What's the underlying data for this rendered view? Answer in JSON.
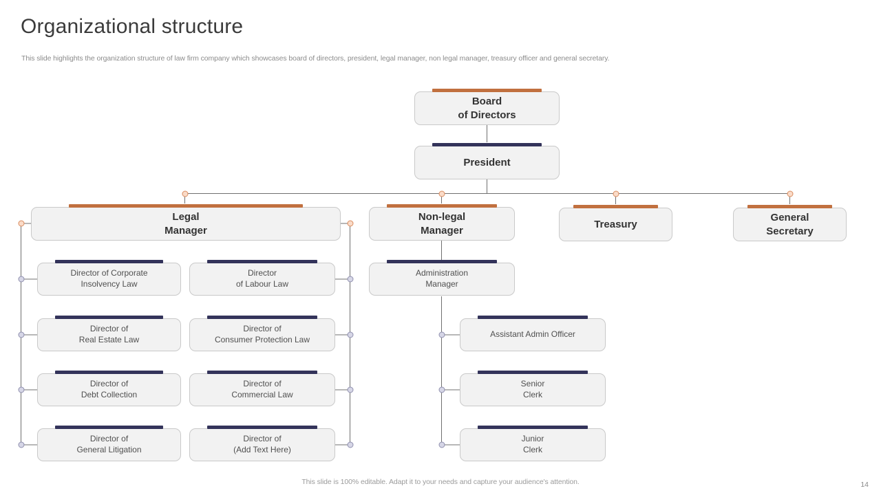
{
  "header": {
    "title": "Organizational structure",
    "subtitle": "This slide highlights the organization structure of law firm company which showcases board of directors, president, legal manager, non legal manager, treasury officer and general secretary."
  },
  "footer": {
    "note": "This slide is 100% editable. Adapt it to your needs and capture your audience's attention.",
    "page_number": "14"
  },
  "colors": {
    "accent_orange": "#c1703f",
    "accent_navy": "#33335a",
    "node_fill": "#f2f2f2",
    "node_border": "#c9c9c9",
    "connector_line": "#6f6f6f",
    "dot_orange_fill": "#fadbc8",
    "dot_orange_stroke": "#d98c5f",
    "dot_violet_fill": "#d6d6e6",
    "dot_violet_stroke": "#8f8fae",
    "title_text": "#3b3b3b",
    "body_text": "#4f4f4f",
    "muted_text": "#8c8c8c"
  },
  "chart_data": {
    "type": "diagram",
    "title": "Organizational structure",
    "layout": "hierarchical org chart, top-down with side spines",
    "nodes": [
      {
        "id": "board",
        "label": "Board\nof Directors",
        "tier": 0,
        "accent": "orange"
      },
      {
        "id": "president",
        "label": "President",
        "tier": 1,
        "accent": "navy"
      },
      {
        "id": "legal_mgr",
        "label": "Legal\nManager",
        "tier": 2,
        "accent": "orange"
      },
      {
        "id": "nonlegal_mgr",
        "label": "Non-legal\nManager",
        "tier": 2,
        "accent": "orange"
      },
      {
        "id": "treasury",
        "label": "Treasury",
        "tier": 2,
        "accent": "orange"
      },
      {
        "id": "gen_sec",
        "label": "General\nSecretary",
        "tier": 2,
        "accent": "orange"
      },
      {
        "id": "dir_insolv",
        "label": "Director of Corporate\nInsolvency Law",
        "tier": 3,
        "accent": "navy"
      },
      {
        "id": "dir_labour",
        "label": "Director\nof Labour Law",
        "tier": 3,
        "accent": "navy"
      },
      {
        "id": "dir_realest",
        "label": "Director of\nReal Estate Law",
        "tier": 3,
        "accent": "navy"
      },
      {
        "id": "dir_consumer",
        "label": "Director of\nConsumer Protection Law",
        "tier": 3,
        "accent": "navy"
      },
      {
        "id": "dir_debt",
        "label": "Director of\nDebt Collection",
        "tier": 3,
        "accent": "navy"
      },
      {
        "id": "dir_commerc",
        "label": "Director of\nCommercial Law",
        "tier": 3,
        "accent": "navy"
      },
      {
        "id": "dir_litig",
        "label": "Director of\nGeneral Litigation",
        "tier": 3,
        "accent": "navy"
      },
      {
        "id": "dir_addtext",
        "label": "Director of\n(Add Text Here)",
        "tier": 3,
        "accent": "navy"
      },
      {
        "id": "admin_mgr",
        "label": "Administration\nManager",
        "tier": 3,
        "accent": "navy"
      },
      {
        "id": "asst_admin",
        "label": "Assistant Admin Officer",
        "tier": 4,
        "accent": "navy"
      },
      {
        "id": "senior_clerk",
        "label": "Senior\nClerk",
        "tier": 4,
        "accent": "navy"
      },
      {
        "id": "junior_clerk",
        "label": "Junior\nClerk",
        "tier": 4,
        "accent": "navy"
      }
    ],
    "edges": [
      {
        "from": "board",
        "to": "president"
      },
      {
        "from": "president",
        "to": "legal_mgr"
      },
      {
        "from": "president",
        "to": "nonlegal_mgr"
      },
      {
        "from": "president",
        "to": "treasury"
      },
      {
        "from": "president",
        "to": "gen_sec"
      },
      {
        "from": "legal_mgr",
        "to": "dir_insolv"
      },
      {
        "from": "legal_mgr",
        "to": "dir_labour"
      },
      {
        "from": "legal_mgr",
        "to": "dir_realest"
      },
      {
        "from": "legal_mgr",
        "to": "dir_consumer"
      },
      {
        "from": "legal_mgr",
        "to": "dir_debt"
      },
      {
        "from": "legal_mgr",
        "to": "dir_commerc"
      },
      {
        "from": "legal_mgr",
        "to": "dir_litig"
      },
      {
        "from": "legal_mgr",
        "to": "dir_addtext"
      },
      {
        "from": "nonlegal_mgr",
        "to": "admin_mgr"
      },
      {
        "from": "admin_mgr",
        "to": "asst_admin"
      },
      {
        "from": "admin_mgr",
        "to": "senior_clerk"
      },
      {
        "from": "admin_mgr",
        "to": "junior_clerk"
      }
    ]
  }
}
